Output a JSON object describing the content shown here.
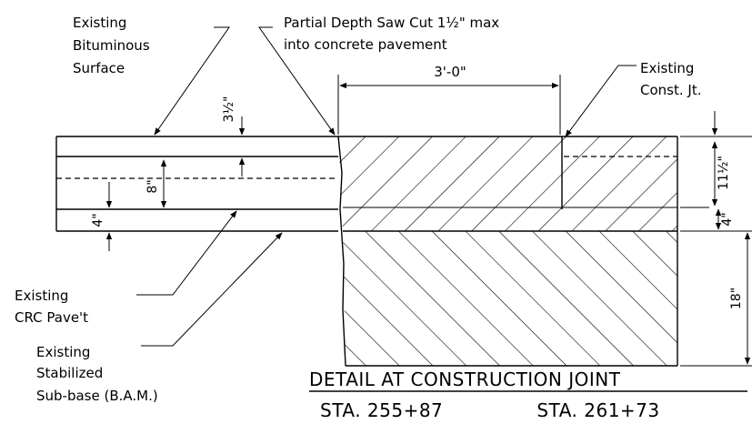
{
  "labels": {
    "bituminous": [
      "Existing",
      "Bituminous",
      "Surface"
    ],
    "saw_cut": [
      "Partial Depth Saw Cut 1½\" max",
      "into concrete pavement"
    ],
    "const_joint": [
      "Existing",
      "Const. Jt."
    ],
    "crc": [
      "Existing",
      "CRC Pave't"
    ],
    "subbase": [
      "Existing",
      "Stabilized",
      "Sub-base (B.A.M.)"
    ]
  },
  "dimensions": {
    "width_3ft": "3'-0\"",
    "bit_thickness": "3½\"",
    "crc_thickness": "8\"",
    "left_4in": "4\"",
    "right_11_5": "11½\"",
    "right_4in": "4\"",
    "right_18in": "18\""
  },
  "title": {
    "main": "DETAIL AT CONSTRUCTION JOINT",
    "sta_left": "STA. 255+87",
    "sta_right": "STA. 261+73"
  }
}
